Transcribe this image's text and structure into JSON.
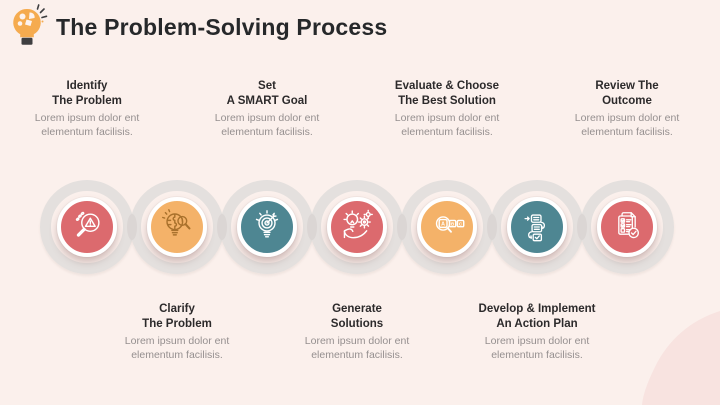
{
  "header": {
    "title": "The Problem-Solving Process",
    "icon": "lightbulb-puzzle-icon"
  },
  "palette": {
    "background": "#FBF0EC",
    "corner_blob": "#F8E3E0",
    "red": "#DC6A6E",
    "orange": "#F4B269",
    "teal": "#4E8692",
    "chain_gray": "#E4E0DE",
    "heading_text": "#2C2A2B",
    "body_text": "#958F8F"
  },
  "steps": [
    {
      "order": 1,
      "label_position": "top",
      "title": [
        "Identify",
        "The Problem"
      ],
      "description": [
        "Lorem ipsum dolor ent",
        "elementum facilisis."
      ],
      "circle_color": "#DC6A6E",
      "icon": "magnifier-warning-icon"
    },
    {
      "order": 2,
      "label_position": "bottom",
      "title": [
        "Clarify",
        "The Problem"
      ],
      "description": [
        "Lorem ipsum dolor ent",
        "elementum facilisis."
      ],
      "circle_color": "#F4B269",
      "icon": "idea-analysis-icon"
    },
    {
      "order": 3,
      "label_position": "top",
      "title": [
        "Set",
        "A SMART Goal"
      ],
      "description": [
        "Lorem ipsum dolor ent",
        "elementum facilisis."
      ],
      "circle_color": "#4E8692",
      "icon": "bulb-target-icon"
    },
    {
      "order": 4,
      "label_position": "bottom",
      "title": [
        "Generate",
        "Solutions"
      ],
      "description": [
        "Lorem ipsum dolor ent",
        "elementum facilisis."
      ],
      "circle_color": "#DC6A6E",
      "icon": "hand-bulb-gears-icon"
    },
    {
      "order": 5,
      "label_position": "top",
      "title": [
        "Evaluate & Choose",
        "The Best Solution"
      ],
      "description": [
        "Lorem ipsum dolor ent",
        "elementum facilisis."
      ],
      "circle_color": "#F4B269",
      "icon": "options-magnifier-icon"
    },
    {
      "order": 6,
      "label_position": "bottom",
      "title": [
        "Develop & Implement",
        "An Action Plan"
      ],
      "description": [
        "Lorem ipsum dolor ent",
        "elementum facilisis."
      ],
      "circle_color": "#4E8692",
      "icon": "flowchart-steps-icon"
    },
    {
      "order": 7,
      "label_position": "top",
      "title": [
        "Review The",
        "Outcome"
      ],
      "description": [
        "Lorem ipsum dolor ent",
        "elementum facilisis."
      ],
      "circle_color": "#DC6A6E",
      "icon": "checklist-check-icon"
    }
  ]
}
